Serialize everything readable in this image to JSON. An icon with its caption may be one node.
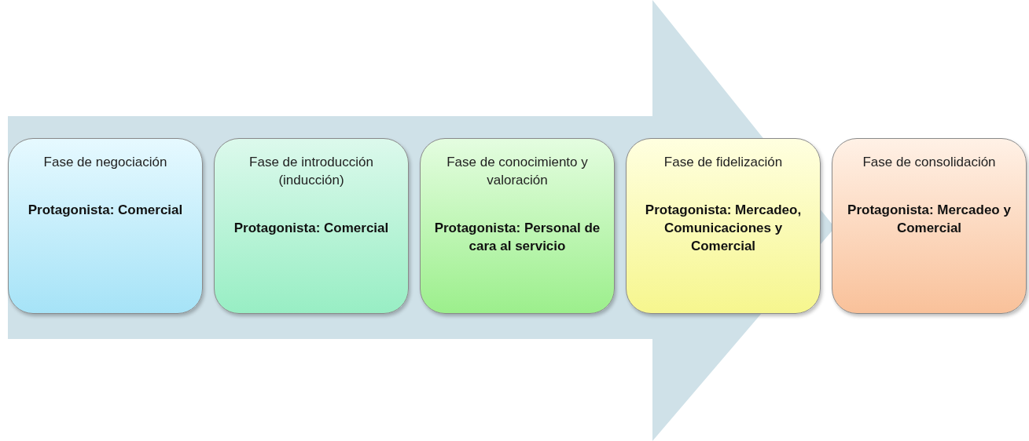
{
  "diagram": {
    "nodes": [
      {
        "text": [
          "Fase de negociación",
          "Protagonista: Comercial"
        ]
      },
      {
        "text": [
          "Fase de introducción (inducción)",
          "Protagonista: Comercial"
        ]
      },
      {
        "text": [
          "Fase de conocimiento y valoración",
          "Protagonista: Personal de cara al servicio"
        ]
      },
      {
        "text": [
          "Fase de fidelización",
          "Protagonista: Mercadeo, Comunicaciones y Comercial"
        ]
      },
      {
        "text": [
          "Fase de consolidación",
          "Protagonista: Mercadeo y Comercial"
        ]
      }
    ],
    "edges": [
      {
        "from": 0,
        "to": 4,
        "arrow": "to"
      }
    ]
  }
}
